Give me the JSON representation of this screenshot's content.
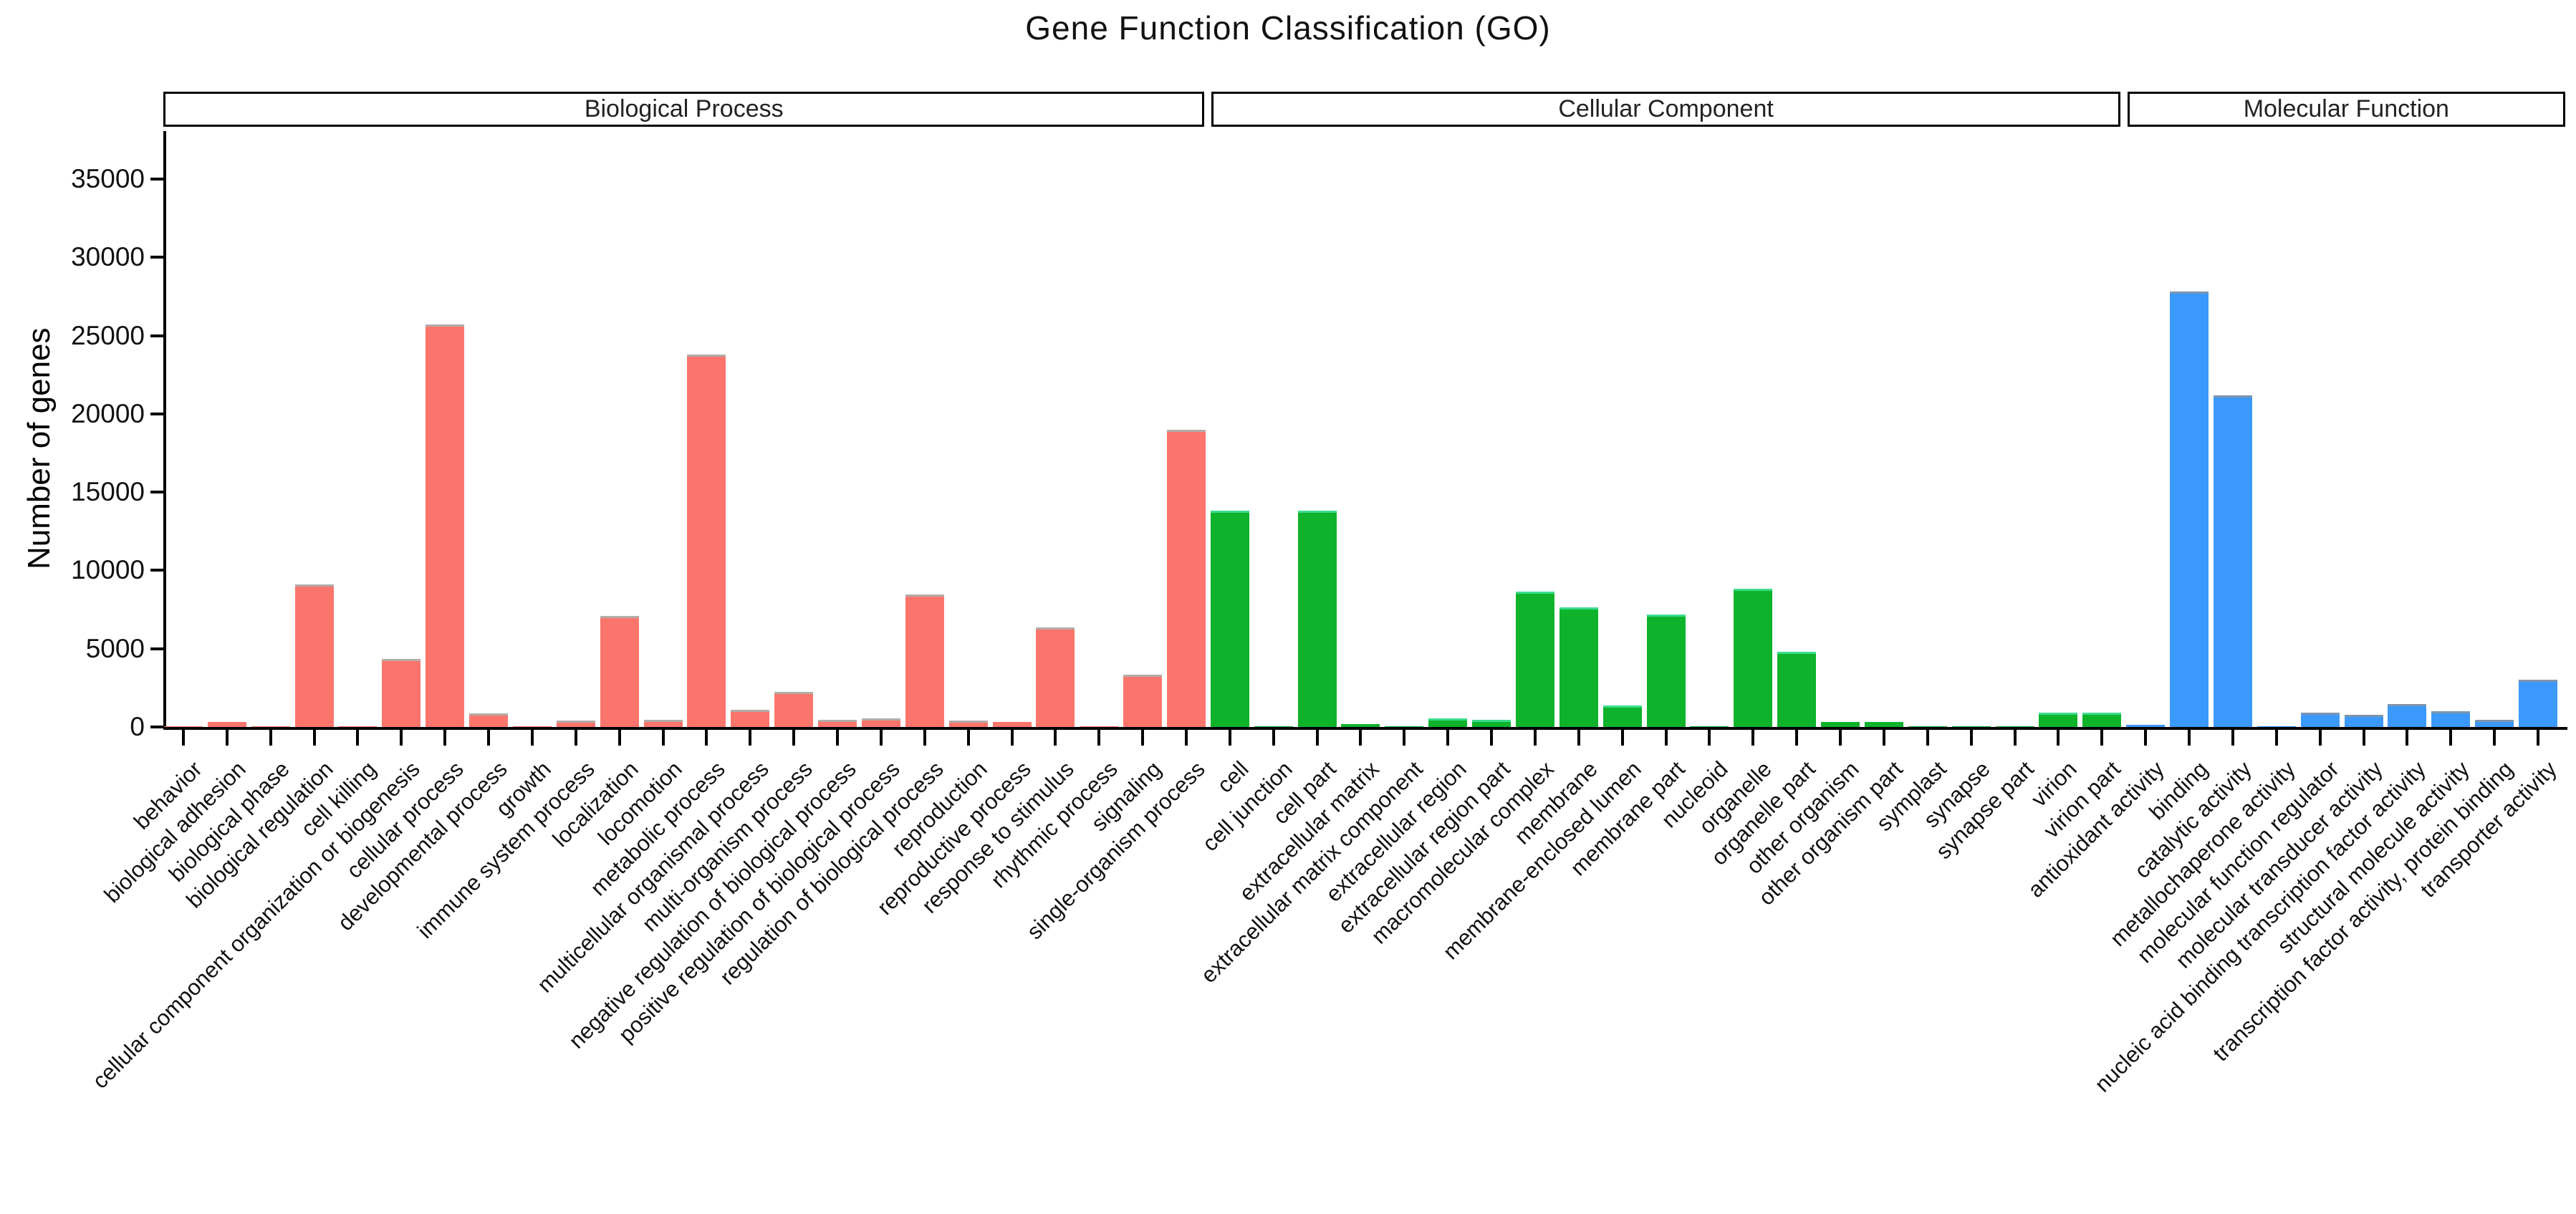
{
  "chart_data": {
    "type": "bar",
    "title": "Gene Function Classification (GO)",
    "ylabel": "Number of genes",
    "xlabel": "",
    "ylim": [
      0,
      38000
    ],
    "y_ticks": [
      0,
      5000,
      10000,
      15000,
      20000,
      25000,
      30000,
      35000
    ],
    "grid": false,
    "legend_position": "none",
    "groups": [
      {
        "name": "Biological Process",
        "color": "#FB756C",
        "cap_color": "#B3ACA8",
        "categories": [
          "behavior",
          "biological adhesion",
          "biological phase",
          "biological regulation",
          "cell killing",
          "cellular component organization or biogenesis",
          "cellular process",
          "developmental process",
          "growth",
          "immune system process",
          "localization",
          "locomotion",
          "metabolic process",
          "multicellular organismal process",
          "multi-organism process",
          "negative regulation of biological process",
          "positive regulation of biological process",
          "regulation of biological process",
          "reproduction",
          "reproductive process",
          "response to stimulus",
          "rhythmic process",
          "signaling",
          "single-organism process"
        ],
        "values": [
          50,
          330,
          20,
          9100,
          30,
          4350,
          25700,
          870,
          40,
          420,
          7100,
          470,
          23800,
          1100,
          2250,
          440,
          550,
          8450,
          410,
          340,
          6350,
          25,
          3320,
          19000
        ]
      },
      {
        "name": "Cellular Component",
        "color": "#0EB32B",
        "cap_color": "#3BDC8E",
        "categories": [
          "cell",
          "cell junction",
          "cell part",
          "extracellular matrix",
          "extracellular matrix component",
          "extracellular region",
          "extracellular region part",
          "macromolecular complex",
          "membrane",
          "membrane-enclosed lumen",
          "membrane part",
          "nucleoid",
          "organelle",
          "organelle part",
          "other organism",
          "other organism part",
          "symplast",
          "synapse",
          "synapse part",
          "virion",
          "virion part"
        ],
        "values": [
          13800,
          60,
          13800,
          200,
          25,
          550,
          470,
          8650,
          7650,
          1350,
          7200,
          25,
          8850,
          4800,
          300,
          300,
          20,
          60,
          30,
          900,
          900
        ]
      },
      {
        "name": "Molecular Function",
        "color": "#3B99FB",
        "cap_color": "#7E95AD",
        "categories": [
          "antioxidant activity",
          "binding",
          "catalytic activity",
          "metallochaperone activity",
          "molecular function regulator",
          "molecular transducer activity",
          "nucleic acid binding transcription factor activity",
          "structural molecule activity",
          "transcription factor activity, protein binding",
          "transporter activity"
        ],
        "values": [
          150,
          27800,
          21200,
          20,
          900,
          800,
          1450,
          1000,
          450,
          3000
        ]
      }
    ]
  }
}
